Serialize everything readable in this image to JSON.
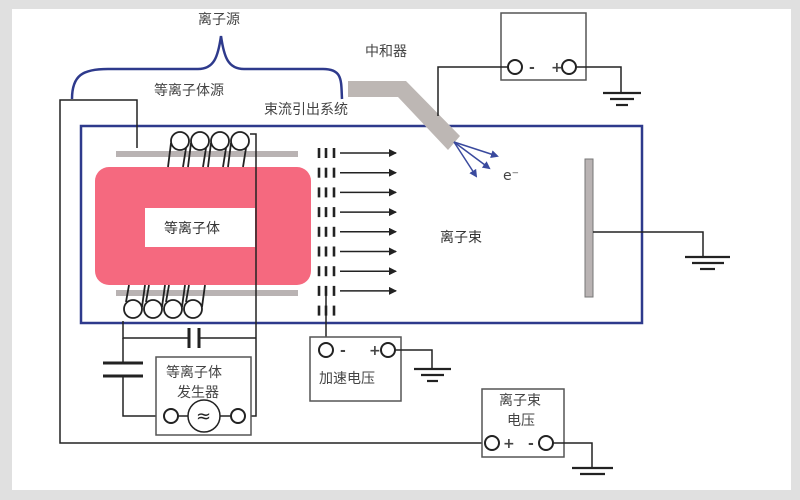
{
  "title": "离子源",
  "labels": {
    "ion_source": "离子源",
    "plasma_source": "等离子体源",
    "beam_extraction": "束流引出系统",
    "neutralizer": "中和器",
    "electron": "e⁻",
    "plasma": "等离子体",
    "ion_beam": "离子束",
    "plasma_generator_line1": "等离子体",
    "plasma_generator_line2": "发生器",
    "ac_symbol": "≈",
    "accel_voltage": "加速电压",
    "beam_voltage_line1": "离子束",
    "beam_voltage_line2": "电压"
  },
  "power_supplies": {
    "neutralizer_supply": {
      "left_sign": "-",
      "right_sign": "+"
    },
    "accel_supply": {
      "left_sign": "-",
      "right_sign": "+"
    },
    "beam_supply": {
      "left_sign": "+",
      "right_sign": "-"
    }
  },
  "colors": {
    "chamber": "#2e3a8c",
    "wire": "#222222",
    "plasma": "#f5697f",
    "electrode": "#b9b3b3",
    "neutralizer": "#bdb7b4",
    "electron_arrows": "#3a4a9e"
  },
  "beam_arrow_count": 8
}
